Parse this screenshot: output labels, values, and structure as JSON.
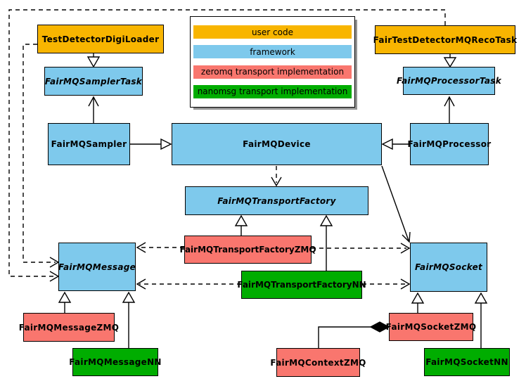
{
  "colors": {
    "gold": "#F8B500",
    "blue": "#7EC9EC",
    "red": "#F9766E",
    "green": "#00AD00"
  },
  "legend": {
    "items": [
      {
        "label": "user code",
        "color_key": "gold"
      },
      {
        "label": "framework",
        "color_key": "blue"
      },
      {
        "label": "zeromq transport implementation",
        "color_key": "red"
      },
      {
        "label": "nanomsg transport implementation",
        "color_key": "green"
      }
    ]
  },
  "nodes": {
    "test_detector_digi_loader": {
      "label": "TestDetectorDigiLoader",
      "category": "user code"
    },
    "fair_test_detector_mq_reco_task": {
      "label": "FairTestDetectorMQRecoTask",
      "category": "user code"
    },
    "fairmq_sampler_task": {
      "label": "FairMQSamplerTask",
      "category": "framework",
      "abstract": true
    },
    "fairmq_processor_task": {
      "label": "FairMQProcessorTask",
      "category": "framework",
      "abstract": true
    },
    "fairmq_sampler": {
      "label": "FairMQSampler",
      "category": "framework"
    },
    "fairmq_device": {
      "label": "FairMQDevice",
      "category": "framework"
    },
    "fairmq_processor": {
      "label": "FairMQProcessor",
      "category": "framework"
    },
    "fairmq_transport_factory": {
      "label": "FairMQTransportFactory",
      "category": "framework",
      "abstract": true
    },
    "fairmq_transport_factory_zmq": {
      "label": "FairMQTransportFactoryZMQ",
      "category": "zeromq transport implementation"
    },
    "fairmq_transport_factory_nn": {
      "label": "FairMQTransportFactoryNN",
      "category": "nanomsg transport implementation"
    },
    "fairmq_message": {
      "label": "FairMQMessage",
      "category": "framework",
      "abstract": true
    },
    "fairmq_socket": {
      "label": "FairMQSocket",
      "category": "framework",
      "abstract": true
    },
    "fairmq_message_zmq": {
      "label": "FairMQMessageZMQ",
      "category": "zeromq transport implementation"
    },
    "fairmq_message_nn": {
      "label": "FairMQMessageNN",
      "category": "nanomsg transport implementation"
    },
    "fairmq_context_zmq": {
      "label": "FairMQContextZMQ",
      "category": "zeromq transport implementation"
    },
    "fairmq_socket_zmq": {
      "label": "FairMQSocketZMQ",
      "category": "zeromq transport implementation"
    },
    "fairmq_socket_nn": {
      "label": "FairMQSocketNN",
      "category": "nanomsg transport implementation"
    }
  },
  "edges": [
    {
      "from": "TestDetectorDigiLoader",
      "to": "FairMQSamplerTask",
      "type": "inheritance"
    },
    {
      "from": "FairTestDetectorMQRecoTask",
      "to": "FairMQProcessorTask",
      "type": "inheritance"
    },
    {
      "from": "FairMQSampler",
      "to": "FairMQSamplerTask",
      "type": "association"
    },
    {
      "from": "FairMQSampler",
      "to": "FairMQDevice",
      "type": "inheritance"
    },
    {
      "from": "FairMQProcessor",
      "to": "FairMQProcessorTask",
      "type": "association"
    },
    {
      "from": "FairMQProcessor",
      "to": "FairMQDevice",
      "type": "inheritance"
    },
    {
      "from": "FairMQDevice",
      "to": "FairMQTransportFactory",
      "type": "dependency-dashed"
    },
    {
      "from": "FairMQDevice",
      "to": "FairMQSocket",
      "type": "association"
    },
    {
      "from": "FairMQTransportFactoryZMQ",
      "to": "FairMQTransportFactory",
      "type": "inheritance"
    },
    {
      "from": "FairMQTransportFactoryNN",
      "to": "FairMQTransportFactory",
      "type": "inheritance"
    },
    {
      "from": "FairMQTransportFactoryZMQ",
      "to": "FairMQMessage",
      "type": "dependency-dashed"
    },
    {
      "from": "FairMQTransportFactoryZMQ",
      "to": "FairMQSocket",
      "type": "dependency-dashed"
    },
    {
      "from": "FairMQTransportFactoryNN",
      "to": "FairMQMessage",
      "type": "dependency-dashed"
    },
    {
      "from": "FairMQTransportFactoryNN",
      "to": "FairMQSocket",
      "type": "dependency-dashed"
    },
    {
      "from": "TestDetectorDigiLoader",
      "to": "FairMQMessage",
      "type": "dependency-dashed"
    },
    {
      "from": "FairTestDetectorMQRecoTask",
      "to": "FairMQMessage",
      "type": "dependency-dashed"
    },
    {
      "from": "FairMQMessageZMQ",
      "to": "FairMQMessage",
      "type": "inheritance"
    },
    {
      "from": "FairMQMessageNN",
      "to": "FairMQMessage",
      "type": "inheritance"
    },
    {
      "from": "FairMQSocketZMQ",
      "to": "FairMQSocket",
      "type": "inheritance"
    },
    {
      "from": "FairMQSocketNN",
      "to": "FairMQSocket",
      "type": "inheritance"
    },
    {
      "from": "FairMQSocketZMQ",
      "to": "FairMQContextZMQ",
      "type": "composition"
    }
  ]
}
